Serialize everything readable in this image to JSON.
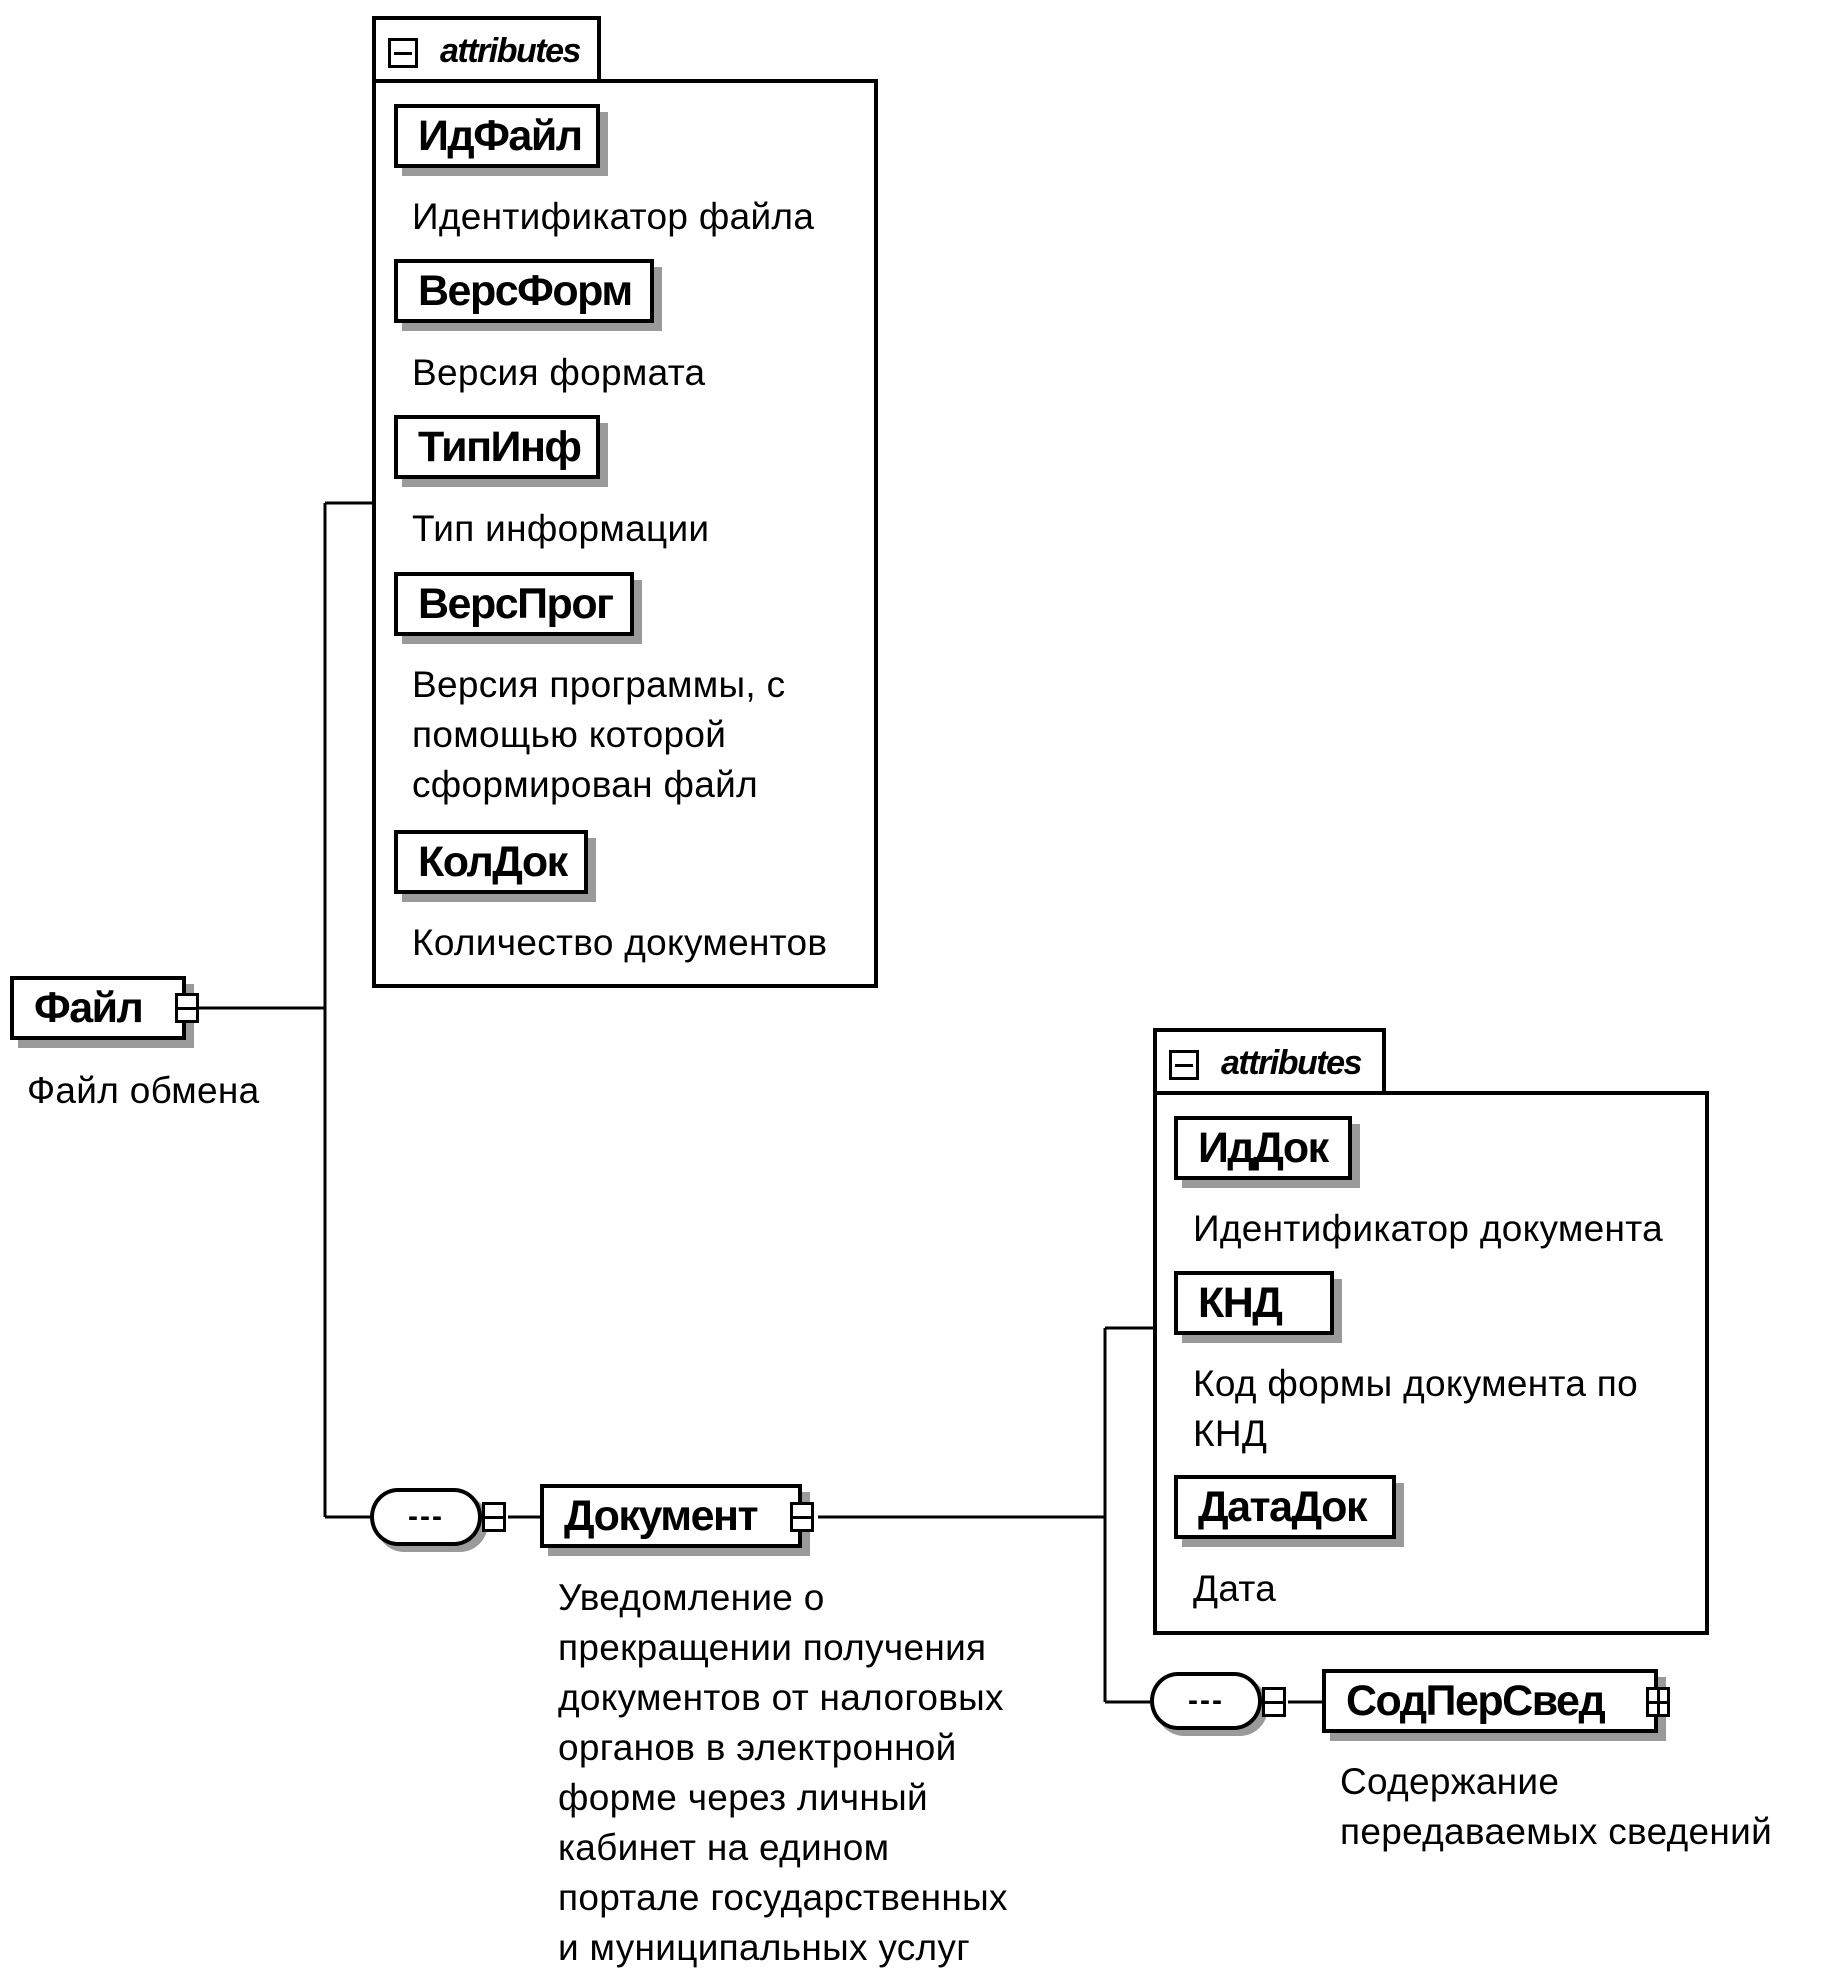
{
  "root": {
    "name": "Файл",
    "description": "Файл обмена"
  },
  "file_attributes": {
    "tab_label": "attributes",
    "items": [
      {
        "name": "ИдФайл",
        "description": "Идентификатор файла"
      },
      {
        "name": "ВерсФорм",
        "description": "Версия формата"
      },
      {
        "name": "ТипИнф",
        "description": "Тип информации"
      },
      {
        "name": "ВерсПрог",
        "description_lines": [
          "Версия программы, с",
          "помощью которой",
          "сформирован файл"
        ]
      },
      {
        "name": "КолДок",
        "description": "Количество документов"
      }
    ]
  },
  "sequence_symbol": "---",
  "document": {
    "name": "Документ",
    "description_lines": [
      "Уведомление о",
      "прекращении получения",
      "документов от налоговых",
      "органов в электронной",
      "форме через личный",
      "кабинет на едином",
      "портале государственных",
      "и муниципальных услуг"
    ]
  },
  "document_attributes": {
    "tab_label": "attributes",
    "items": [
      {
        "name": "ИдДок",
        "description": "Идентификатор документа"
      },
      {
        "name": "КНД",
        "description_lines": [
          "Код формы документа по",
          "КНД"
        ]
      },
      {
        "name": "ДатаДок",
        "description": "Дата"
      }
    ]
  },
  "content": {
    "name": "СодПерСвед",
    "description_lines": [
      "Содержание",
      "передаваемых сведений"
    ]
  }
}
